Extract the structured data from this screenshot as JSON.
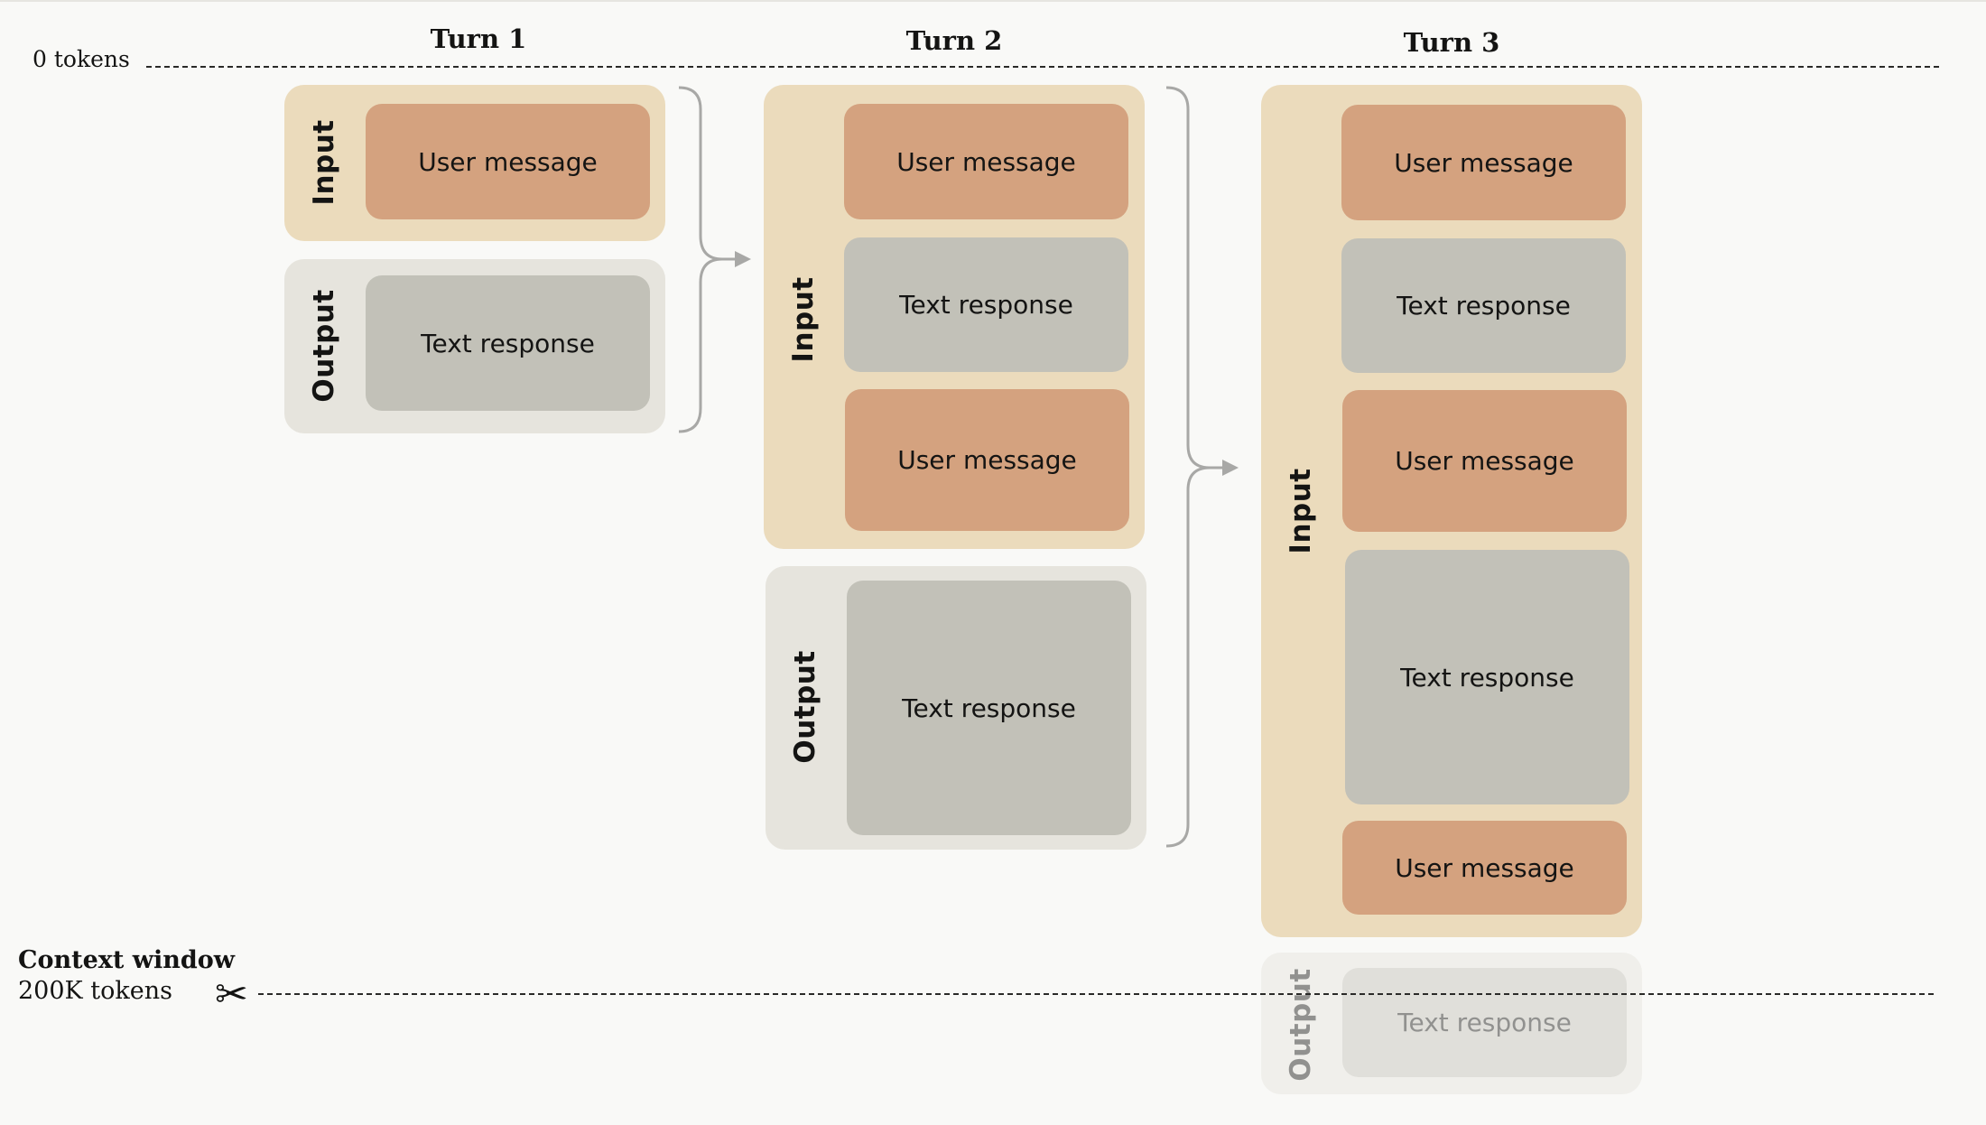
{
  "scale": {
    "top_label": "0 tokens"
  },
  "turns": [
    {
      "title": "Turn 1",
      "input_label": "Input",
      "output_label": "Output",
      "input_items": [
        "User message"
      ],
      "output_items": [
        "Text response"
      ]
    },
    {
      "title": "Turn 2",
      "input_label": "Input",
      "output_label": "Output",
      "input_items": [
        "User message",
        "Text response",
        "User message"
      ],
      "output_items": [
        "Text response"
      ]
    },
    {
      "title": "Turn 3",
      "input_label": "Input",
      "output_label": "Output",
      "input_items": [
        "User message",
        "Text response",
        "User message",
        "Text response",
        "User message"
      ],
      "output_items": [
        "Text response"
      ]
    }
  ],
  "context_window": {
    "title": "Context window",
    "limit": "200K tokens",
    "icon": "scissors-icon"
  },
  "colors": {
    "input_group": "#ebdbbc",
    "output_group": "#e6e4dd",
    "user_message": "#d4a27f",
    "text_response": "#c2c1b8",
    "connector": "#a8a8a6"
  }
}
